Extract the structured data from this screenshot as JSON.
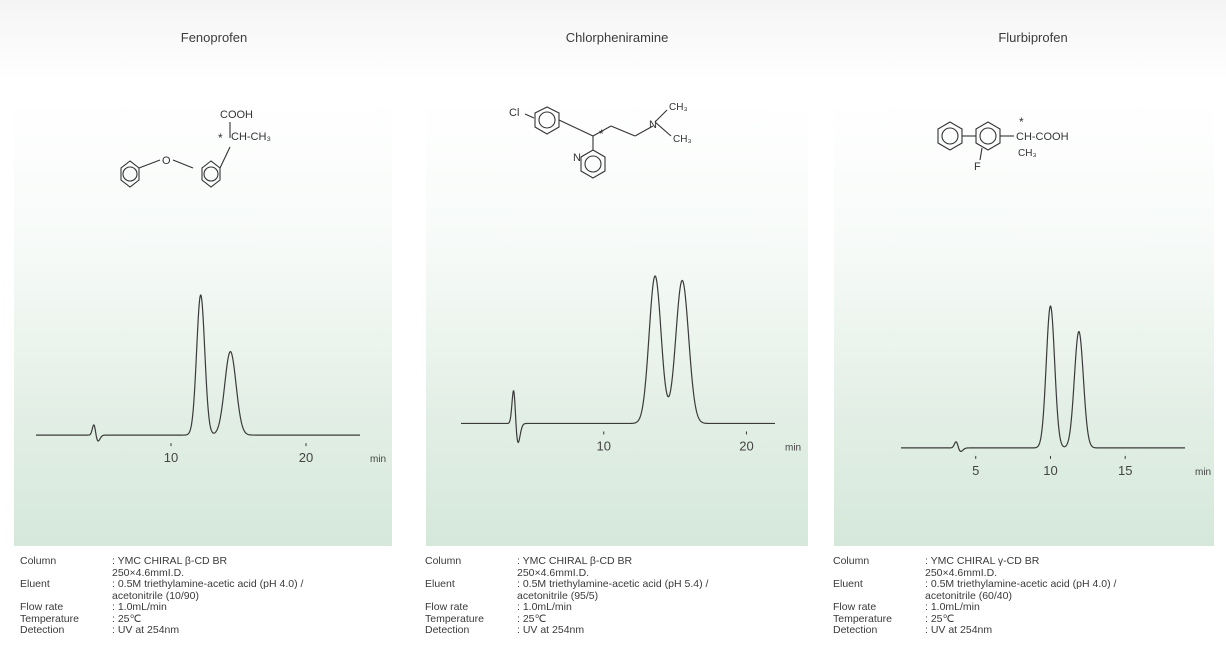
{
  "panels": [
    {
      "drug": "Fenoprofen",
      "structure_labels": [
        "COOH",
        "CH-CH₃",
        "*",
        "O"
      ],
      "chart_data": {
        "type": "line",
        "xlabel": "min",
        "xticks": [
          10,
          20
        ],
        "xlim": [
          0,
          24
        ],
        "baseline": 0,
        "ylim": [
          -10,
          100
        ],
        "peaks": [
          {
            "t": 4.3,
            "h": 8,
            "w": 0.12,
            "kind": "disturbance"
          },
          {
            "t": 12.2,
            "h": 94,
            "w": 0.3
          },
          {
            "t": 14.4,
            "h": 56,
            "w": 0.42
          }
        ]
      },
      "conditions": [
        {
          "label": "Column",
          "value": ": YMC CHIRAL β-CD BR\n  250×4.6mmI.D."
        },
        {
          "label": "Eluent",
          "value": ": 0.5M triethylamine-acetic acid (pH 4.0) /\n  acetonitrile (10/90)"
        },
        {
          "label": "Flow rate",
          "value": ": 1.0mL/min"
        },
        {
          "label": "Temperature",
          "value": ": 25℃"
        },
        {
          "label": "Detection",
          "value": ": UV at 254nm"
        }
      ]
    },
    {
      "drug": "Chlorpheniramine",
      "structure_labels": [
        "Cl",
        "*",
        "N",
        "CH₃",
        "CH₃",
        "N"
      ],
      "chart_data": {
        "type": "line",
        "xlabel": "min",
        "xticks": [
          10,
          20
        ],
        "xlim": [
          0,
          22
        ],
        "baseline": 0,
        "ylim": [
          -18,
          100
        ],
        "peaks": [
          {
            "t": 3.7,
            "h": 26,
            "w": 0.12,
            "kind": "disturbance"
          },
          {
            "t": 13.6,
            "h": 100,
            "w": 0.42
          },
          {
            "t": 15.5,
            "h": 97,
            "w": 0.45
          }
        ]
      },
      "conditions": [
        {
          "label": "Column",
          "value": ": YMC CHIRAL β-CD BR\n  250×4.6mmI.D."
        },
        {
          "label": "Eluent",
          "value": ": 0.5M triethylamine-acetic acid (pH 5.4) /\n  acetonitrile (95/5)"
        },
        {
          "label": "Flow rate",
          "value": ": 1.0mL/min"
        },
        {
          "label": "Temperature",
          "value": ": 25℃"
        },
        {
          "label": "Detection",
          "value": ": UV at 254nm"
        }
      ]
    },
    {
      "drug": "Flurbiprofen",
      "structure_labels": [
        "*",
        "CH-COOH",
        "CH₃",
        "F"
      ],
      "chart_data": {
        "type": "line",
        "xlabel": "min",
        "xticks": [
          5,
          10,
          15
        ],
        "xlim": [
          0,
          19
        ],
        "baseline": 0,
        "ylim": [
          -5,
          100
        ],
        "peaks": [
          {
            "t": 3.7,
            "h": 5,
            "w": 0.12,
            "kind": "disturbance"
          },
          {
            "t": 10.0,
            "h": 100,
            "w": 0.28
          },
          {
            "t": 11.9,
            "h": 82,
            "w": 0.3
          }
        ]
      },
      "conditions": [
        {
          "label": "Column",
          "value": ": YMC CHIRAL γ-CD BR\n  250×4.6mmI.D."
        },
        {
          "label": "Eluent",
          "value": ": 0.5M triethylamine-acetic acid (pH 4.0) /\n  acetonitrile (60/40)"
        },
        {
          "label": "Flow rate",
          "value": ": 1.0mL/min"
        },
        {
          "label": "Temperature",
          "value": ": 25℃"
        },
        {
          "label": "Detection",
          "value": ": UV at 254nm"
        }
      ]
    }
  ],
  "colors": {
    "trace": "#3a3a3a",
    "panel_green": "#d5e8da"
  }
}
